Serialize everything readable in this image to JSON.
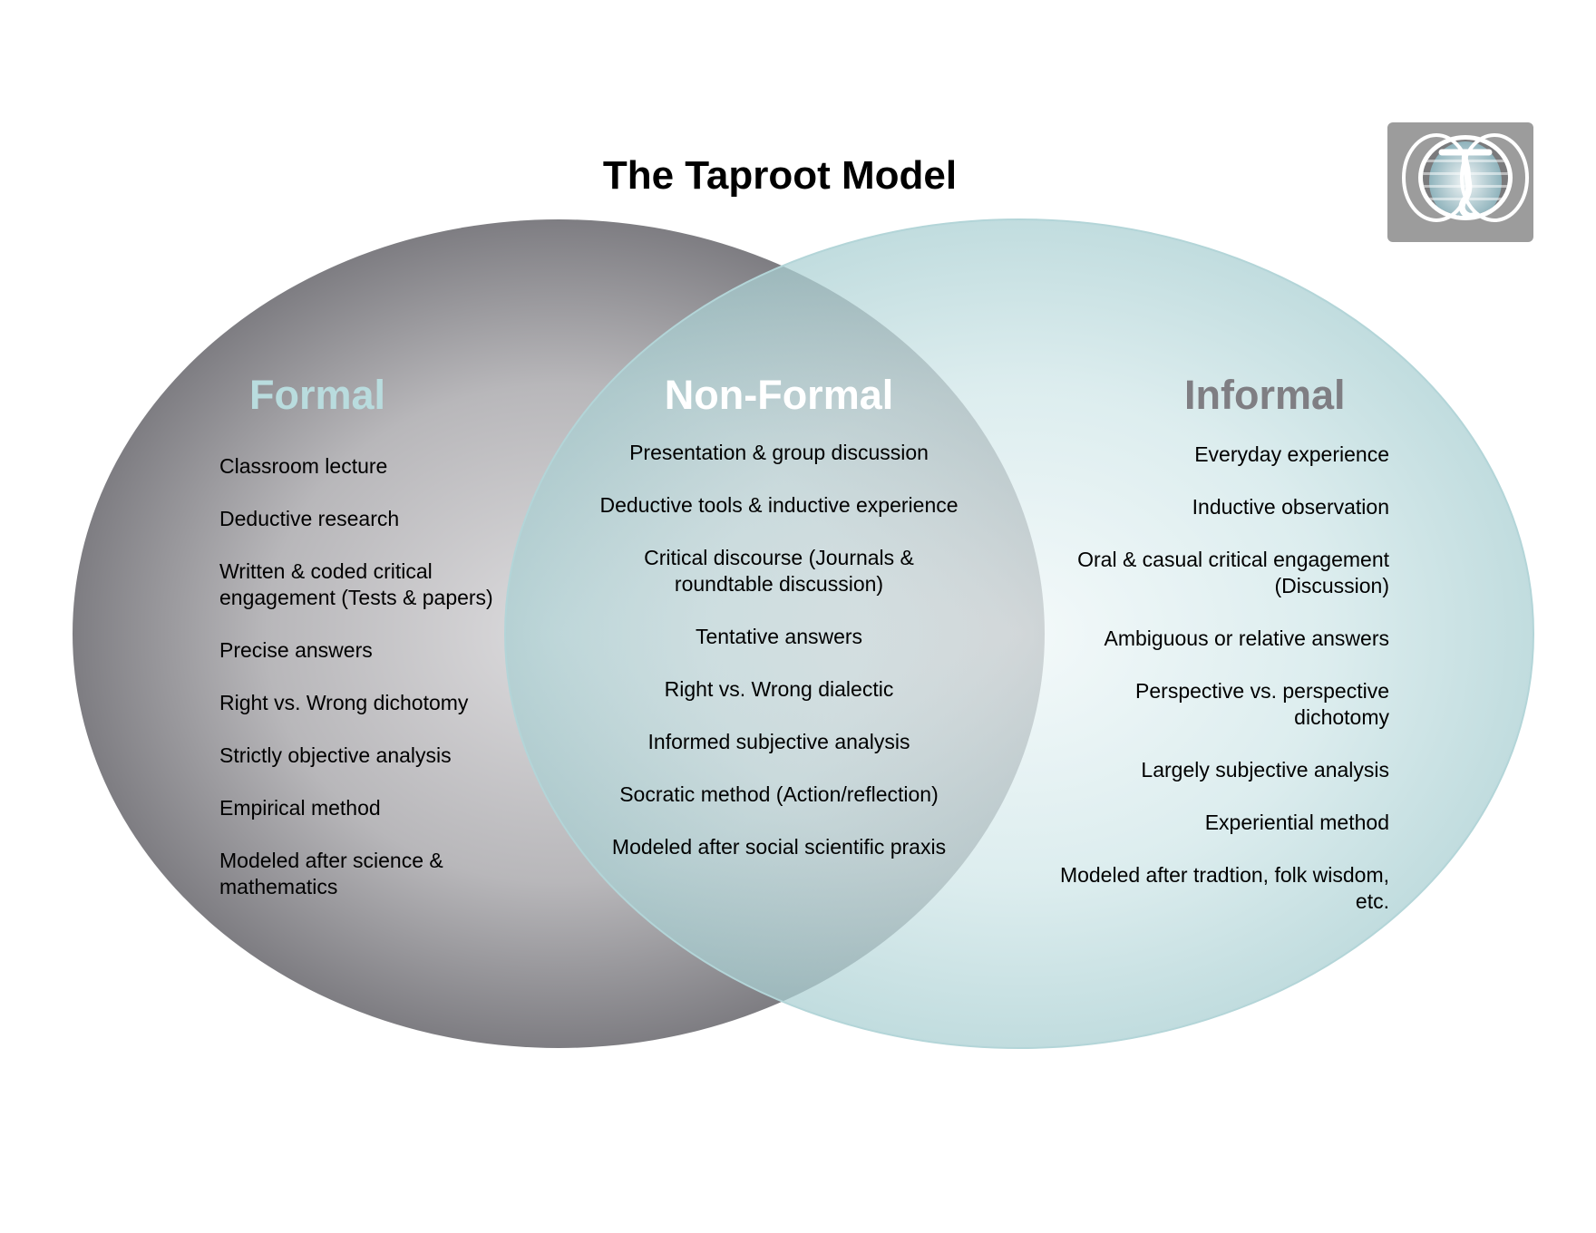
{
  "title": "The Taproot Model",
  "colors": {
    "formal_heading": "#b9dcde",
    "nonformal_heading": "#ffffff",
    "informal_heading": "#7f7e83",
    "formal_circle_center": "#dcdbdd",
    "formal_circle_edge": "#7e7d82",
    "informal_circle_center": "#eff7f8",
    "informal_circle_edge": "#a9cfd2",
    "logo_background": "#9c9c9c"
  },
  "logo": {
    "icon": "taproot-logo-icon",
    "letter": "T"
  },
  "formal": {
    "heading": "Formal",
    "items": [
      "Classroom lecture",
      "Deductive research",
      "Written & coded critical engagement (Tests & papers)",
      "Precise answers",
      "Right vs. Wrong  dichotomy",
      "Strictly objective analysis",
      "Empirical method",
      "Modeled after science & mathematics"
    ]
  },
  "nonformal": {
    "heading": "Non-Formal",
    "items": [
      "Presentation & group discussion",
      "Deductive tools & inductive experience",
      "Critical discourse (Journals & roundtable discussion)",
      "Tentative answers",
      "Right vs. Wrong dialectic",
      "Informed subjective analysis",
      "Socratic method (Action/reflection)",
      "Modeled after social scientific praxis"
    ]
  },
  "informal": {
    "heading": "Informal",
    "items": [
      "Everyday experience",
      "Inductive observation",
      "Oral & casual critical engagement (Discussion)",
      "Ambiguous or relative answers",
      "Perspective vs. perspective dichotomy",
      "Largely subjective analysis",
      "Experiential method",
      "Modeled after tradtion, folk wisdom, etc."
    ]
  }
}
